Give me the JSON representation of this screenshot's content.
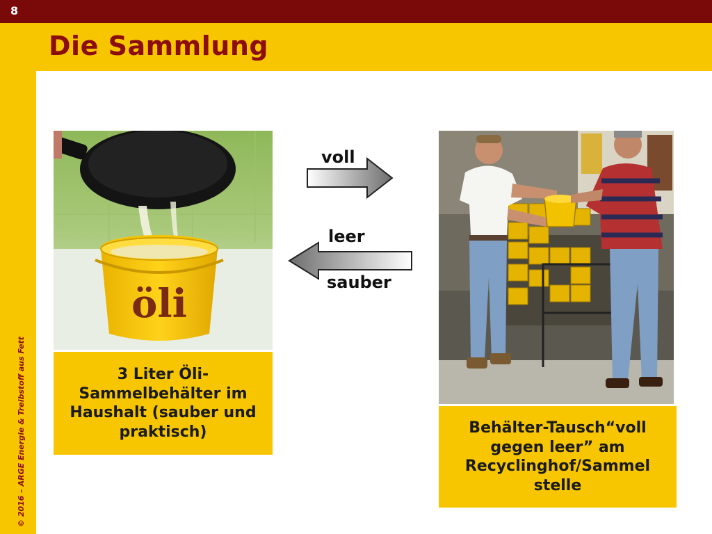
{
  "slide": {
    "number": "8",
    "title": "Die Sammlung",
    "copyright": "© 2016 – ARGE Energie & Treibstoff aus Fett"
  },
  "left_panel": {
    "caption": "3 Liter Öli-Sammelbehälter im Haushalt (sauber und praktisch)",
    "bucket_logo": "öli"
  },
  "right_panel": {
    "caption": "Behälter-Tausch“voll gegen leer” am Recyclinghof/Sammel stelle"
  },
  "arrows": {
    "full_label": "voll",
    "empty_label": "leer",
    "clean_label": "sauber"
  },
  "colors": {
    "header_bar": "#7a0a0a",
    "accent_yellow": "#f7c600",
    "title_text": "#8b0d0d"
  }
}
